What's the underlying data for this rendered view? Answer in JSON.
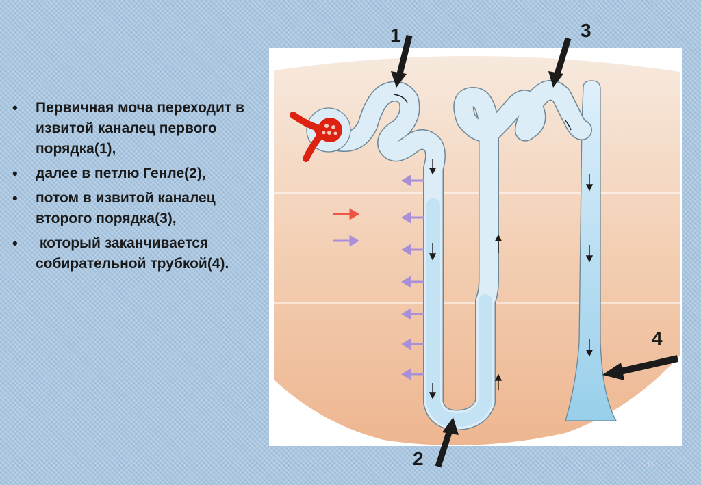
{
  "bullets": [
    "Первичная моча переходит в извитой каналец первого порядка(1),",
    "далее в петлю Генле(2),",
    "потом в извитой каналец второго порядка(3),",
    " который заканчивается собирательной трубкой(4)."
  ],
  "bullet_symbol": "•",
  "labels": {
    "l1": "1",
    "l2": "2",
    "l3": "3",
    "l4": "4"
  },
  "slide_number": "11",
  "colors": {
    "tissue_top": "#f6e6da",
    "tissue_bottom": "#eeb690",
    "tubule": "#dceefa",
    "tubule_dark": "#a6d6ee",
    "outline": "#6c8898",
    "pointer_arrow": "#1b1b1b",
    "red_arrow": "#ee5544",
    "purple_arrow": "#a98fd8",
    "glomerulus": "#dd2211"
  }
}
